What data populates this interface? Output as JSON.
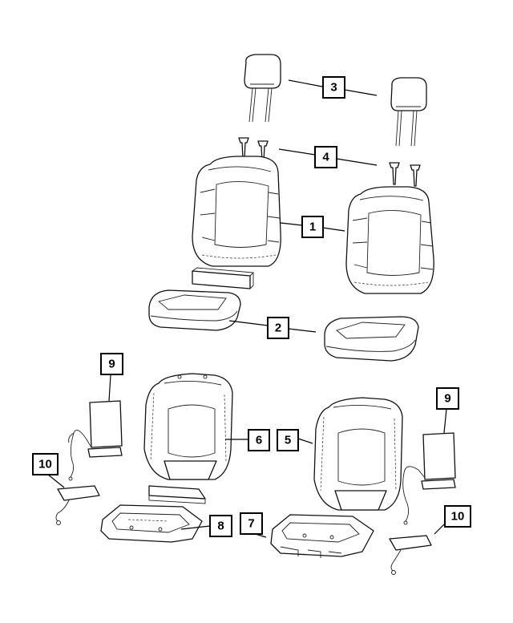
{
  "callouts": {
    "c1": "1",
    "c2": "2",
    "c3": "3",
    "c4": "4",
    "c5": "5",
    "c6": "6",
    "c7": "7",
    "c8": "8",
    "c9a": "9",
    "c9b": "9",
    "c10a": "10",
    "c10b": "10"
  },
  "colors": {
    "line": "#111111",
    "background": "#ffffff"
  }
}
